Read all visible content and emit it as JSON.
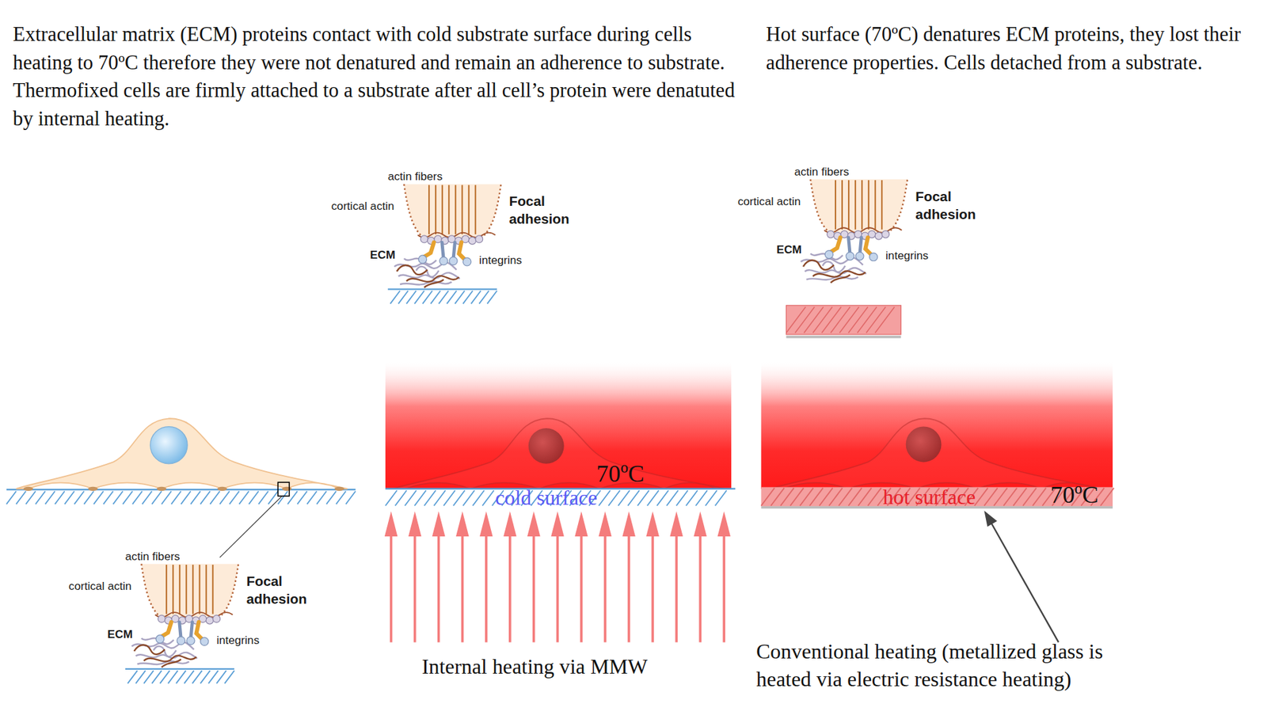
{
  "diagram": {
    "labels": [
      "Extracellular matrix (ECM) proteins contact with cold substrate surface during cells heating to 70ºC therefore they were not denatured and remain an adherence to substrate. Thermofixed cells are firmly attached to a substrate after all cell’s protein were denatuted by internal heating.",
      "Hot surface (70ºC) denatures ECM proteins, they lost their adherence properties. Cells detached from a substrate.",
      "actin fibers",
      "cortical actin",
      "Focal adhesion",
      "ECM",
      "integrins",
      "actin fibers",
      "cortical actin",
      "Focal adhesion",
      "ECM",
      "integrins",
      "70ºC",
      "cold surface",
      "hot surface",
      "70ºC",
      "actin fibers",
      "cortical actin",
      "Focal adhesion",
      "ECM",
      "integrins",
      "Internal heating via MMW",
      "Conventional heating (metallized glass is heated via electric resistance heating)"
    ]
  }
}
